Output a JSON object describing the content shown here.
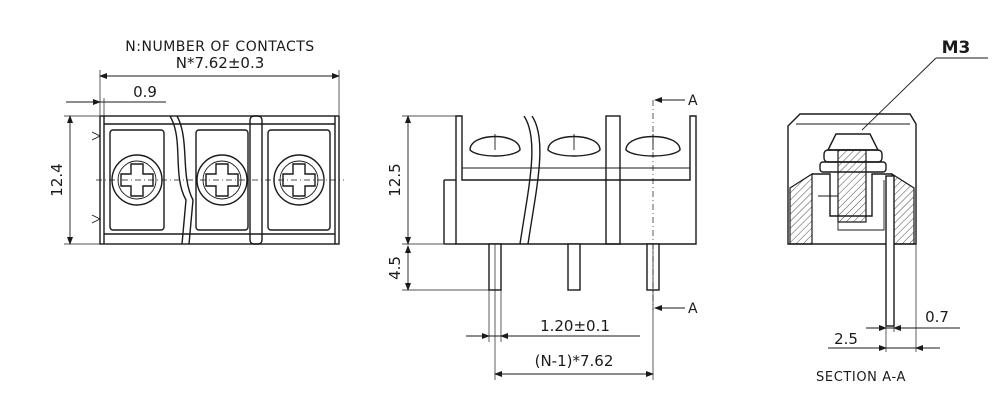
{
  "top_view": {
    "note": "N:NUMBER OF CONTACTS",
    "pitch": "N*7.62±0.3",
    "gap": "0.9",
    "height": "12.4"
  },
  "front_view": {
    "height_body": "12.5",
    "height_pin": "4.5",
    "pin_width": "1.20±0.1",
    "pin_span": "(N-1)*7.62",
    "section_top": "A",
    "section_bottom": "A"
  },
  "section_view": {
    "screw": "M3",
    "pin_offset": "2.5",
    "pin_thickness": "0.7",
    "caption": "SECTION A-A"
  }
}
